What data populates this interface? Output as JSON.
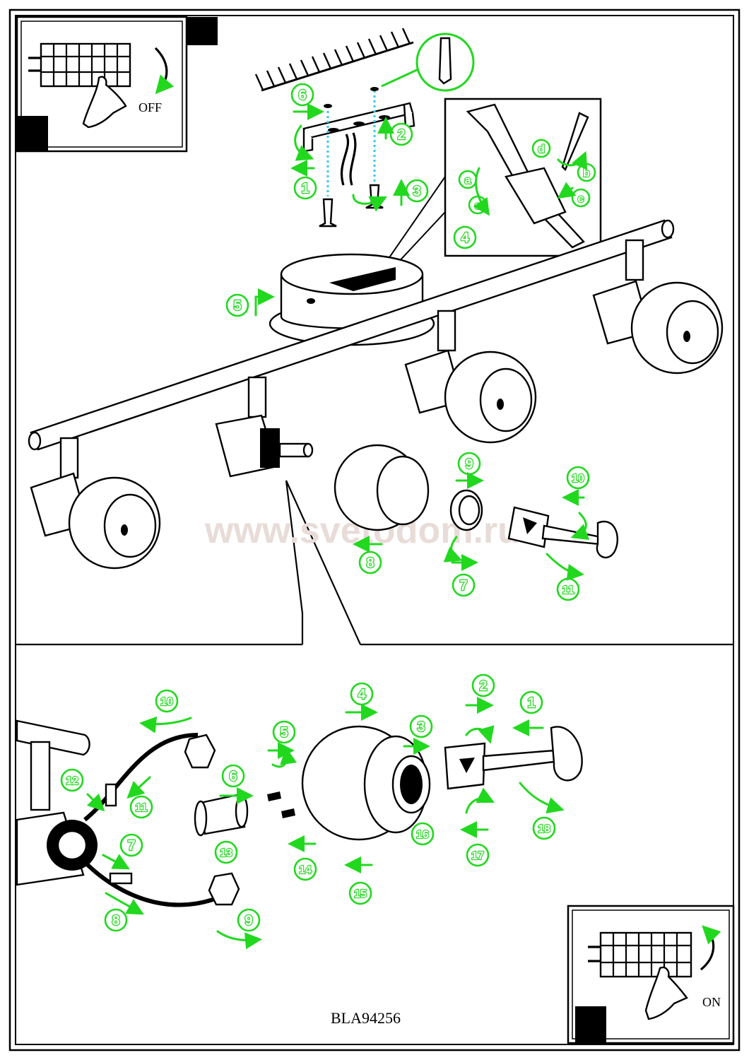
{
  "document_code": "BLA94256",
  "watermark": "www.svetodom.ru",
  "switch_off_label": "OFF",
  "switch_on_label": "ON",
  "top_steps": [
    "1",
    "2",
    "3",
    "4",
    "5",
    "6",
    "7",
    "8",
    "9",
    "10",
    "11"
  ],
  "detail_steps": [
    "a",
    "b",
    "c",
    "d",
    "e"
  ],
  "bottom_steps": [
    "1",
    "2",
    "3",
    "4",
    "5",
    "6",
    "7",
    "8",
    "9",
    "10",
    "11",
    "12",
    "13",
    "14",
    "15",
    "16",
    "17",
    "18"
  ],
  "colors": {
    "step_green": "#22d81f",
    "wire_dots": "#36c8e8",
    "line": "#000000"
  }
}
